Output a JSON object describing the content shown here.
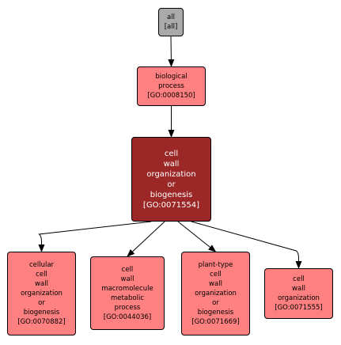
{
  "nodes": {
    "all": {
      "text": "all\n[all]",
      "color": "#aaaaaa"
    },
    "biological_process": {
      "text": "biological\nprocess\n[GO:0008150]",
      "color": "#ff8080"
    },
    "cell_wall_org_biogenesis": {
      "text": "cell\nwall\norganization\nor\nbiogenesis\n[GO:0071554]",
      "color": "#9b2727"
    },
    "cellular_cell_wall": {
      "text": "cellular\ncell\nwall\norganization\nor\nbiogenesis\n[GO:0070882]",
      "color": "#ff8080"
    },
    "cell_wall_macromolecule": {
      "text": "cell\nwall\nmacromolecule\nmetabolic\nprocess\n[GO:0044036]",
      "color": "#ff8080"
    },
    "plant_type_cell_wall": {
      "text": "plant-type\ncell\nwall\norganization\nor\nbiogenesis\n[GO:0071669]",
      "color": "#ff8080"
    },
    "cell_wall_organization": {
      "text": "cell\nwall\norganization\n[GO:0071555]",
      "color": "#ff8080"
    }
  },
  "edges": [
    {
      "from": "all",
      "to": "biological_process"
    },
    {
      "from": "biological_process",
      "to": "cell_wall_org_biogenesis"
    },
    {
      "from": "cell_wall_org_biogenesis",
      "to": "cellular_cell_wall"
    },
    {
      "from": "cell_wall_org_biogenesis",
      "to": "cell_wall_macromolecule"
    },
    {
      "from": "cell_wall_org_biogenesis",
      "to": "plant_type_cell_wall"
    },
    {
      "from": "cell_wall_org_biogenesis",
      "to": "cell_wall_organization"
    }
  ],
  "colors": {
    "edge": "#000000",
    "root_node": "#aaaaaa",
    "term_node": "#ff8080",
    "focus_node": "#9b2727"
  }
}
